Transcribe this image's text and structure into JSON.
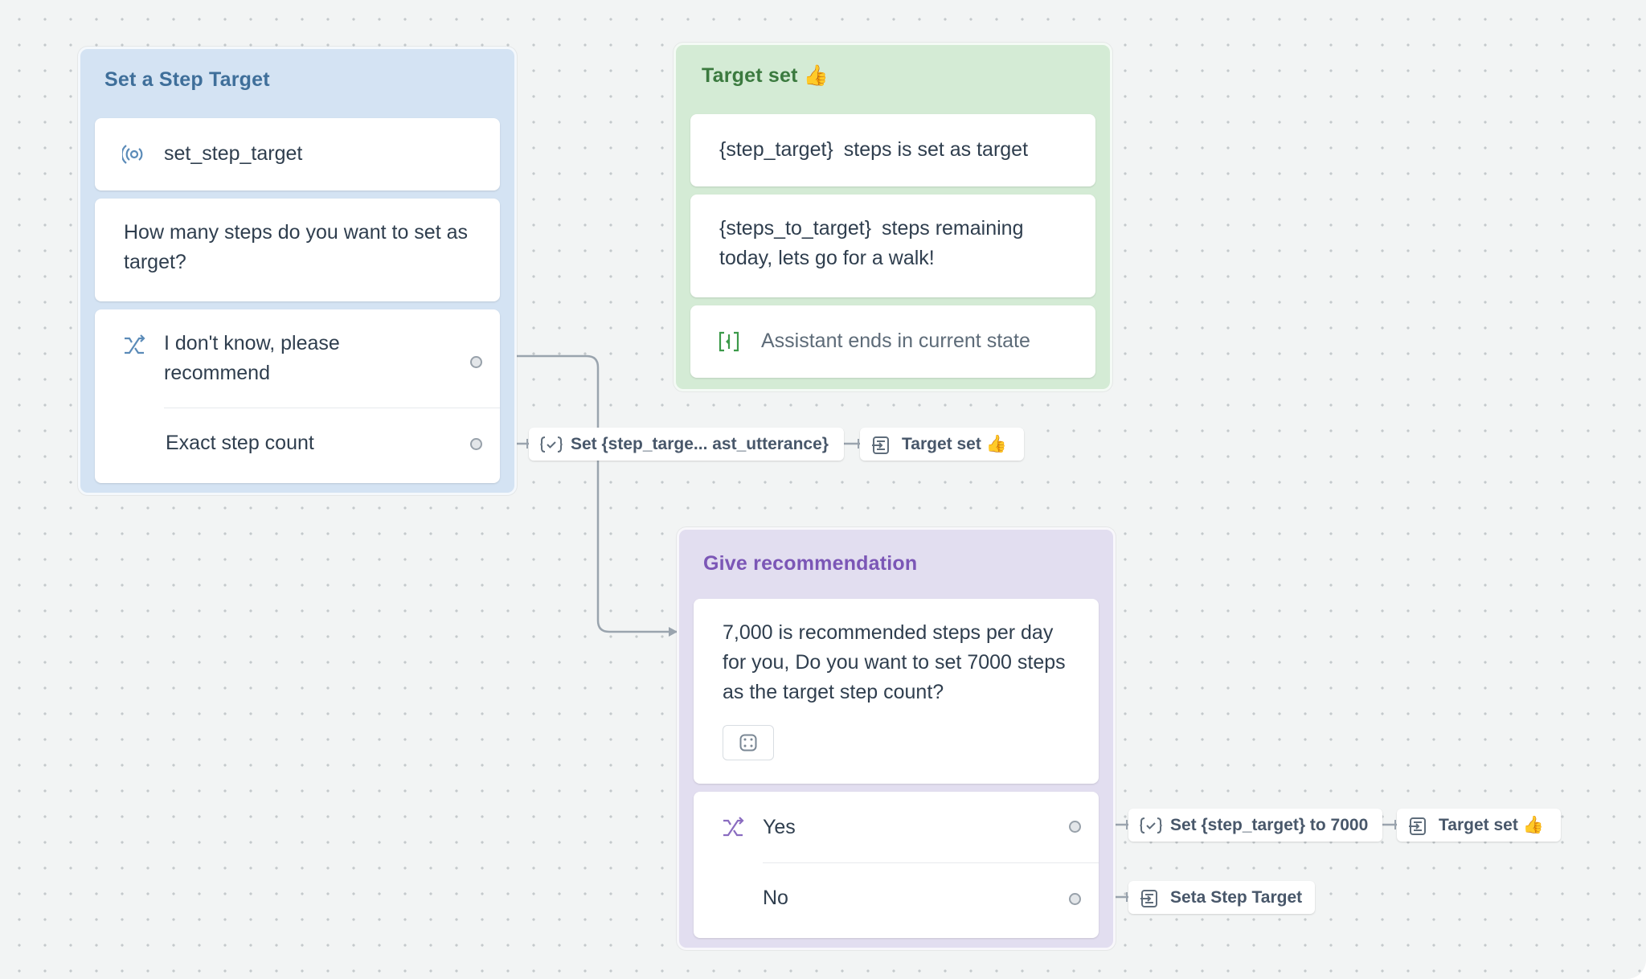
{
  "blocks": {
    "set_step_target": {
      "title": "Set a Step Target",
      "intent": "set_step_target",
      "prompt": "How many steps do you want to set as target?",
      "choices": [
        "I don't know, please recommend",
        "Exact step count"
      ]
    },
    "target_set": {
      "title": "Target set",
      "title_emoji": "👍",
      "message_1_var": "{step_target}",
      "message_1_text": "steps is set as target",
      "message_2_var": "{steps_to_target}",
      "message_2_text": "steps remaining",
      "message_2_text2": "today, lets go for a walk!",
      "end_action": "Assistant ends in current state"
    },
    "give_recommendation": {
      "title": "Give recommendation",
      "message": "7,000 is recommended steps per day for you, Do you want to set 7000 steps as the target step count?",
      "choices": [
        "Yes",
        "No"
      ]
    }
  },
  "actions": {
    "exact_set_var": "Set {step_targe... ast_utterance}",
    "exact_goto": "Target set",
    "yes_set_var": "Set {step_target} to 7000",
    "yes_goto": "Target set",
    "no_goto": "Seta Step Target",
    "goto_emoji": "👍"
  },
  "colors": {
    "blue_block": "#d4e3f3",
    "blue_title": "#3f6f9a",
    "green_block": "#d4ebd5",
    "green_title": "#3b7a3f",
    "purple_block": "#e2def0",
    "purple_title": "#7b56b6",
    "connector": "#9aa4ae"
  }
}
